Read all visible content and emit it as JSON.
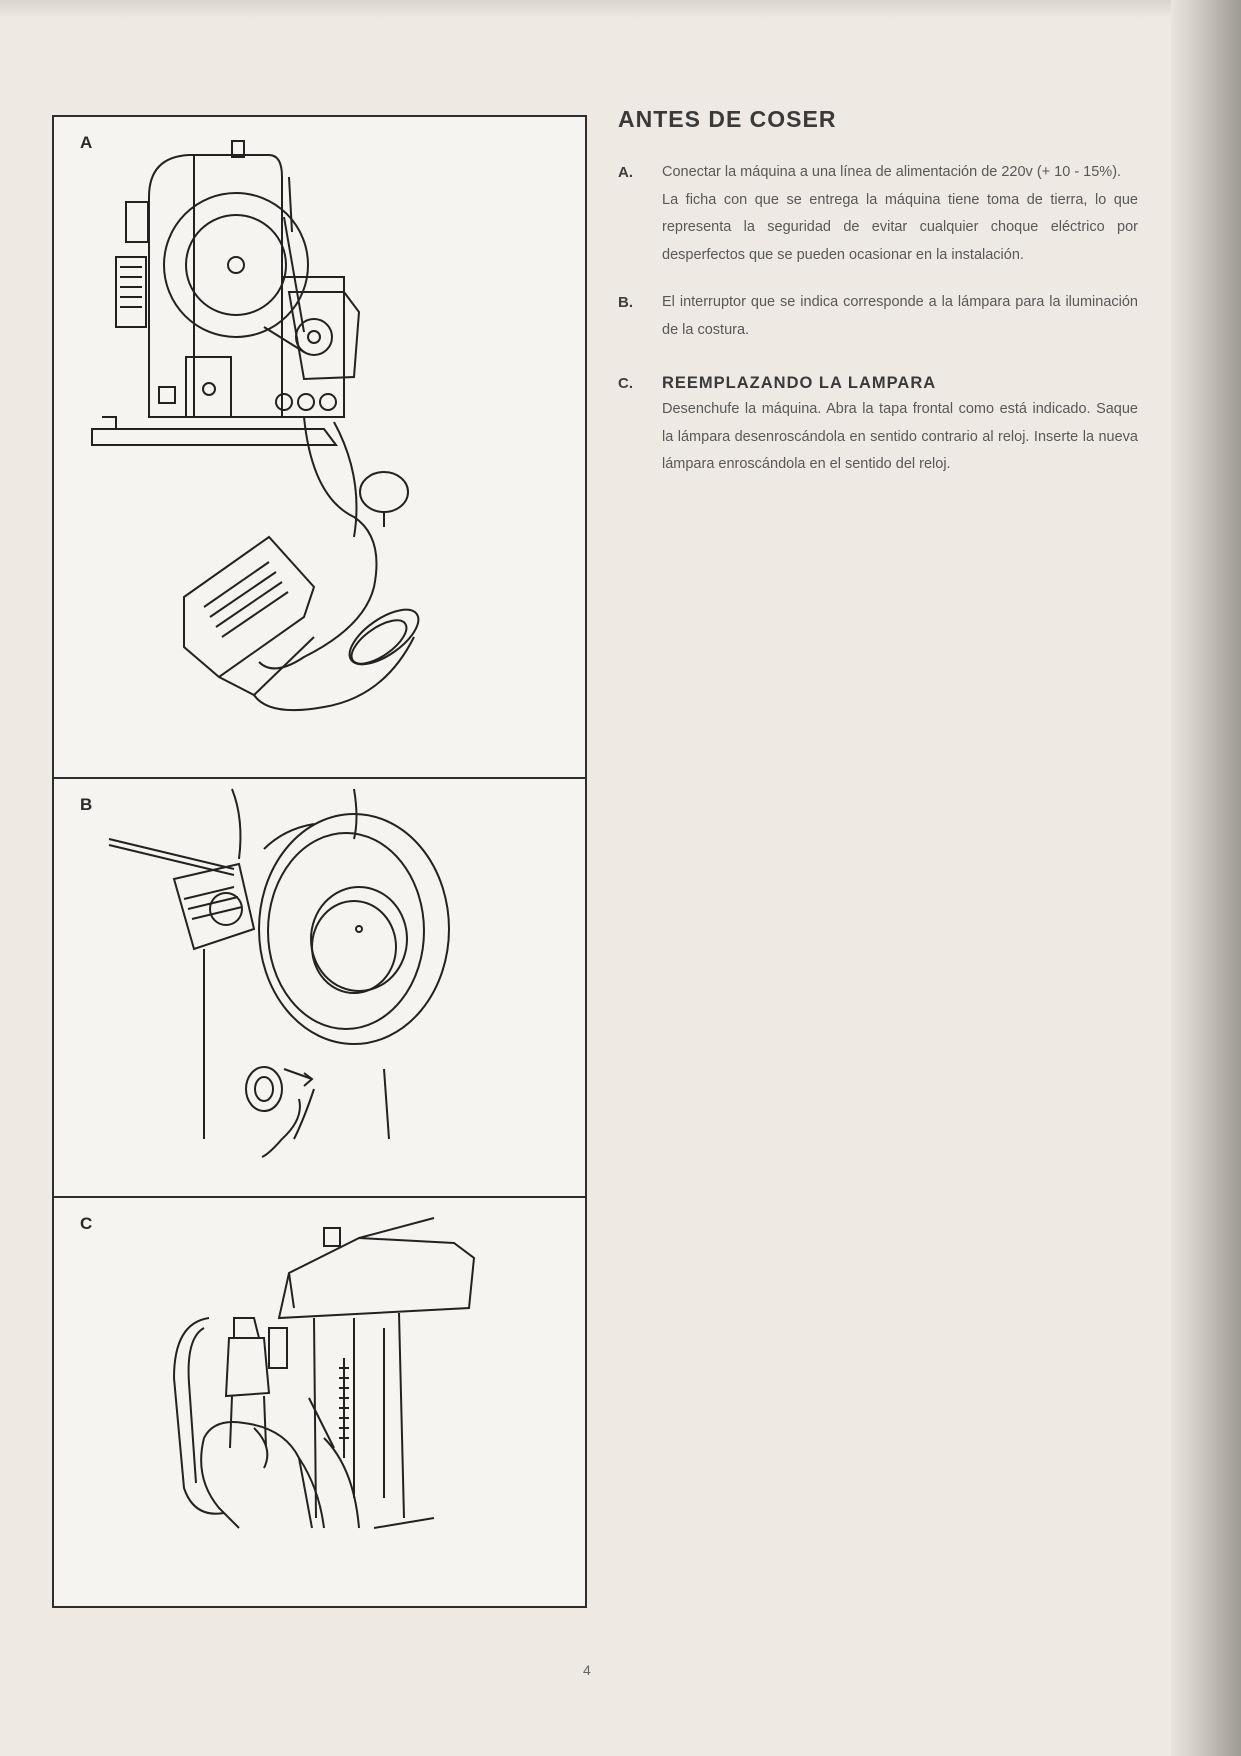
{
  "title": "ANTES DE COSER",
  "figure": {
    "panels": [
      {
        "letter": "A"
      },
      {
        "letter": "B"
      },
      {
        "letter": "C"
      }
    ]
  },
  "items": {
    "a": {
      "letter": "A.",
      "paragraphs": [
        "Conectar la máquina a una línea de alimentación de 220v (+ 10 - 15%).",
        "La ficha con que se entrega la máquina tiene toma de tierra, lo que representa la seguridad de evitar cualquier choque eléctrico por desperfectos que se pueden ocasionar en la instalación."
      ]
    },
    "b": {
      "letter": "B.",
      "text": "El interruptor que se indica corresponde a la lámpara para la iluminación de la costura."
    },
    "c": {
      "letter": "C.",
      "heading": "REEMPLAZANDO LA LAMPARA",
      "text": "Desenchufe la máquina. Abra la tapa frontal como está indicado. Saque la lámpara desenroscándola en sentido contrario al reloj. Inserte la nueva lámpara enroscándola en el sentido del reloj."
    }
  },
  "page_number": "4"
}
